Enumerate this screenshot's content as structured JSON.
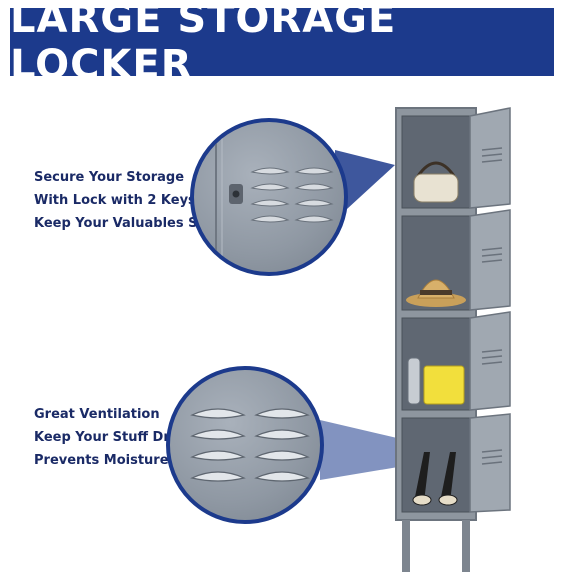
{
  "banner": {
    "title": "LARGE STORAGE LOCKER"
  },
  "callouts": {
    "lock": [
      "Secure Your Storage",
      "With Lock with 2 Keys",
      "Keep Your Valuables Safe"
    ],
    "vent": [
      "Great Ventilation",
      "Keep Your Stuff Dry",
      "Prevents Moisture"
    ]
  },
  "colors": {
    "banner": "#1c3a8c",
    "callout_text": "#1a2a66",
    "locker_gray": "#8e969f"
  },
  "images": [
    "lock-closeup",
    "vent-closeup",
    "locker-product"
  ]
}
